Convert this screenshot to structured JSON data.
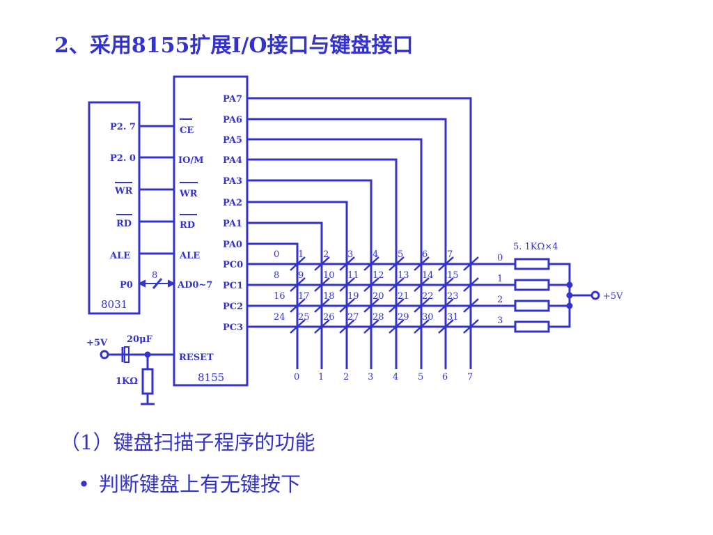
{
  "slide": {
    "title": "2、采用8155扩展I/O接口与键盘接口",
    "subtitle": "（1）键盘扫描子程序的功能",
    "bullet": "判断键盘上有无键按下"
  },
  "diagram": {
    "chip_8031": {
      "name": "8031",
      "pins": [
        "P2. 7",
        "P2. 0",
        "WR",
        "RD",
        "ALE",
        "P0"
      ]
    },
    "chip_8155": {
      "name": "8155",
      "left_pins": [
        "CE",
        "IO/M",
        "WR",
        "RD",
        "ALE",
        "AD0~7",
        "RESET"
      ],
      "right_pins": [
        "PA7",
        "PA6",
        "PA5",
        "PA4",
        "PA3",
        "PA2",
        "PA1",
        "PA0",
        "PC0",
        "PC1",
        "PC2",
        "PC3"
      ]
    },
    "bus_width": "8",
    "reset_circuit": {
      "vcc": "+5V",
      "capacitor": "20μF",
      "resistor": "1KΩ"
    },
    "pullups": {
      "label": "5. 1KΩ×4",
      "vcc": "+5V",
      "row_labels": [
        "0",
        "1",
        "2",
        "3"
      ]
    },
    "column_labels": [
      "0",
      "1",
      "2",
      "3",
      "4",
      "5",
      "6",
      "7"
    ],
    "key_numbers": [
      [
        "0",
        "1",
        "2",
        "3",
        "4",
        "5",
        "6",
        "7"
      ],
      [
        "8",
        "9",
        "10",
        "11",
        "12",
        "13",
        "14",
        "15"
      ],
      [
        "16",
        "17",
        "18",
        "19",
        "20",
        "21",
        "22",
        "23"
      ],
      [
        "24",
        "25",
        "26",
        "27",
        "28",
        "29",
        "30",
        "31"
      ]
    ],
    "colors": {
      "line": "#3333cc",
      "background": "#ffffff"
    }
  }
}
